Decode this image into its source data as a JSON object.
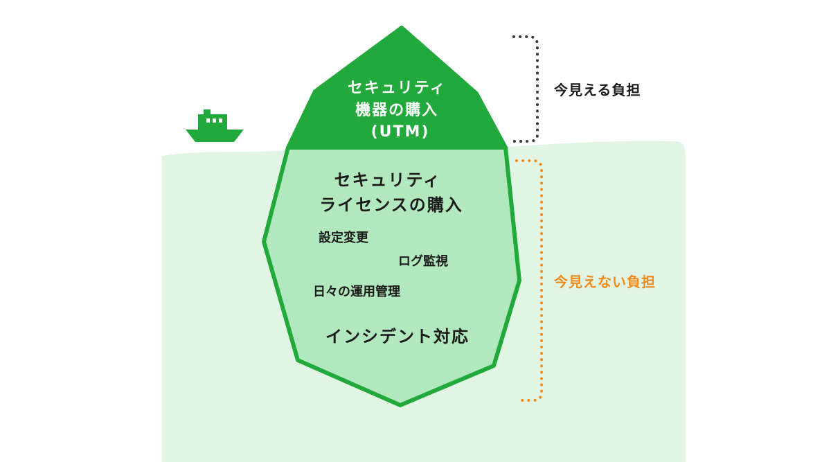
{
  "iceberg": {
    "tip_lines": [
      "セキュリティ",
      "機器の購入",
      "(UTM)"
    ],
    "under_title_lines": [
      "セキュリティ",
      "ライセンスの購入"
    ],
    "under_items": {
      "settings_change": "設定変更",
      "log_monitoring": "ログ監視",
      "daily_operations": "日々の運用管理",
      "incident_response": "インシデント対応"
    }
  },
  "brackets": {
    "visible_label": "今見える負担",
    "hidden_label": "今見えない負担"
  },
  "colors": {
    "tip_green": "#21a93c",
    "body_green": "#b2e8bd",
    "water": "#e2f5e5",
    "outline_green": "#21a93c",
    "visible_bracket": "#3a3a3a",
    "hidden_bracket": "#f08a1c",
    "tip_text": "#ffffff",
    "body_text": "#1a1a1a"
  },
  "icons": {
    "ship": "ship-icon"
  }
}
